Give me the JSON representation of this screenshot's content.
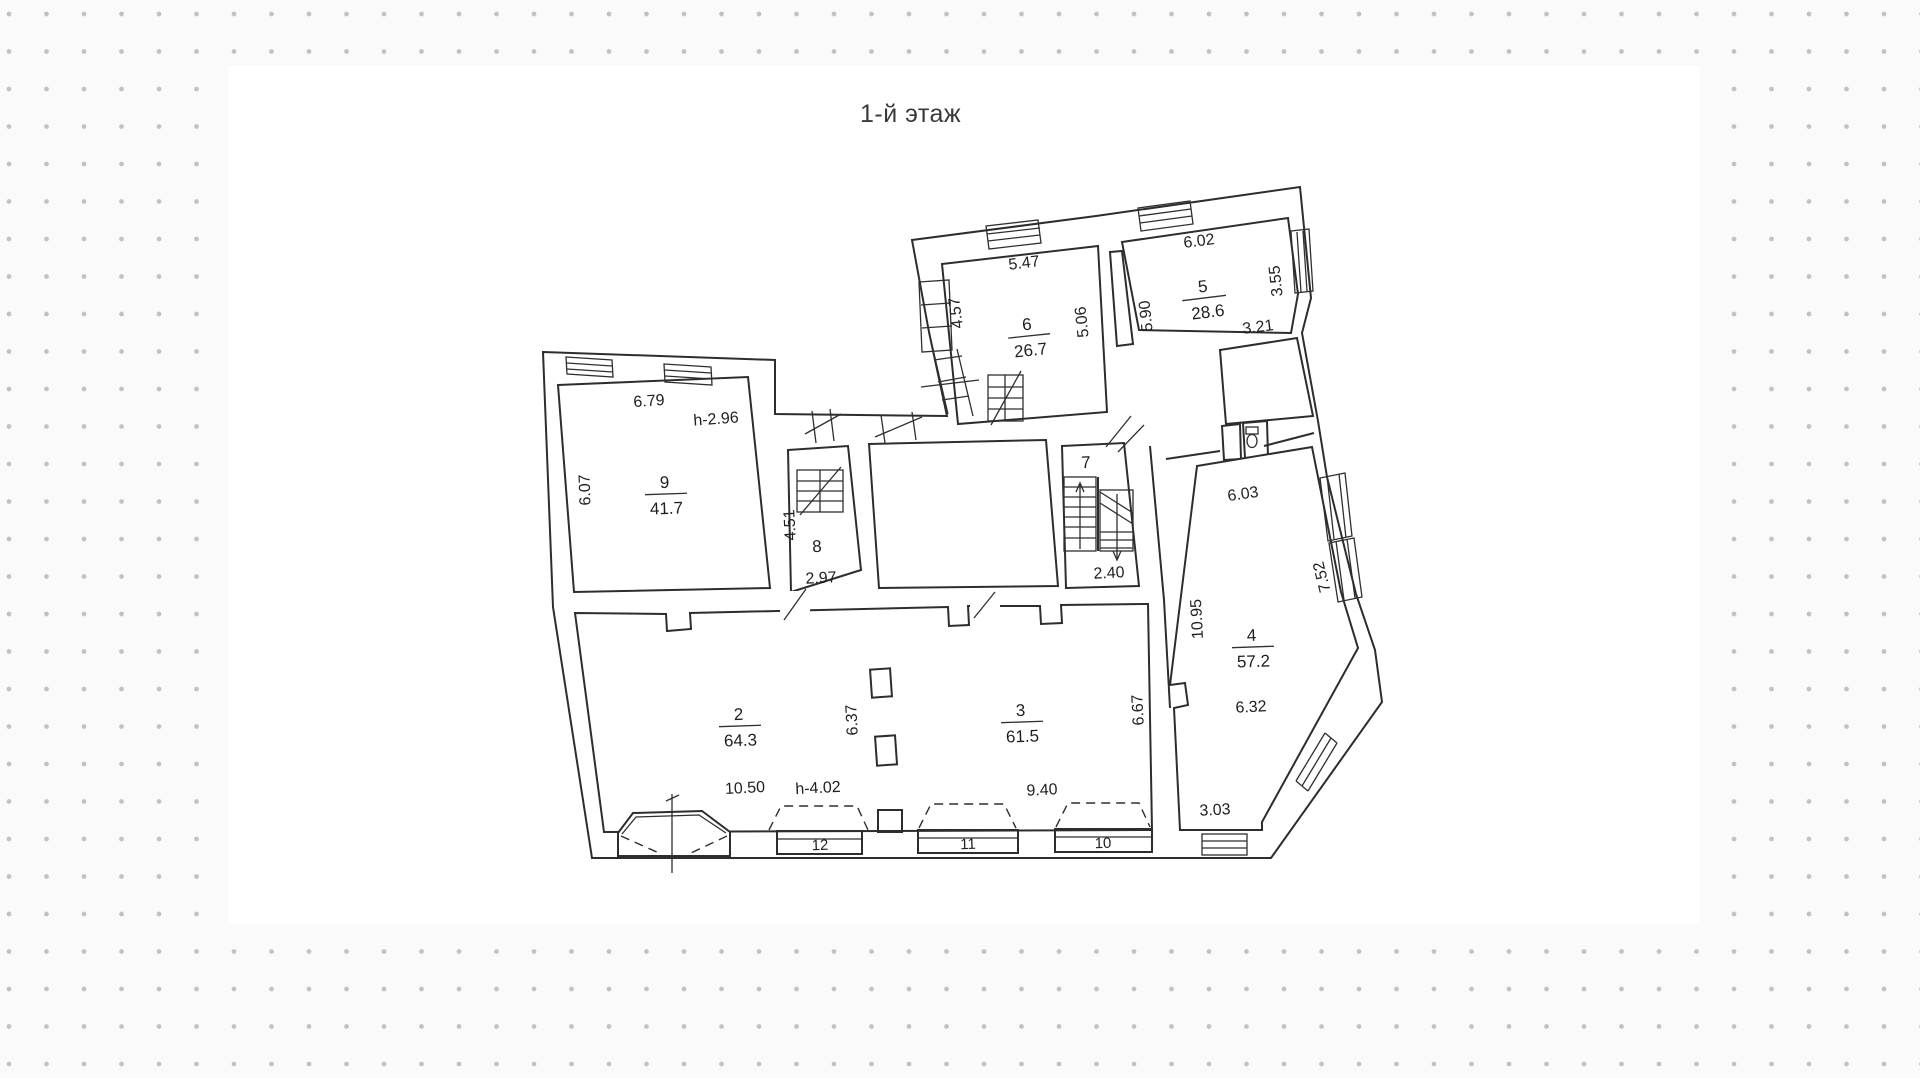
{
  "title": "1-й этаж",
  "plan": {
    "rooms": [
      {
        "number": "2",
        "area": "64.3"
      },
      {
        "number": "3",
        "area": "61.5"
      },
      {
        "number": "4",
        "area": "57.2"
      },
      {
        "number": "5",
        "area": "28.6"
      },
      {
        "number": "6",
        "area": "26.7"
      },
      {
        "number": "7"
      },
      {
        "number": "8"
      },
      {
        "number": "9",
        "area": "41.7"
      },
      {
        "number": "10"
      },
      {
        "number": "11"
      },
      {
        "number": "12"
      }
    ],
    "dimensions": {
      "room6_top": "5.47",
      "room6_left": "4.57",
      "room6_right": "5.06",
      "room5_top": "6.02",
      "room5_left": "5.90",
      "room5_right": "3.55",
      "room5_bottom": "3.21",
      "room9_top": "6.79",
      "room9_ceiling_height": "h-2.96",
      "room9_left": "6.07",
      "room8_left": "4.51",
      "room8_bottom": "2.97",
      "room7_bottom": "2.40",
      "room4_top": "6.03",
      "room4_left": "10.95",
      "room4_right": "7.52",
      "room4_mid": "6.32",
      "room4_bottom": "3.03",
      "room2_bottom": "10.50",
      "room2_ceiling_height": "h-4.02",
      "hall_middle": "6.37",
      "room3_bottom": "9.40",
      "room3_right": "6.67"
    }
  }
}
